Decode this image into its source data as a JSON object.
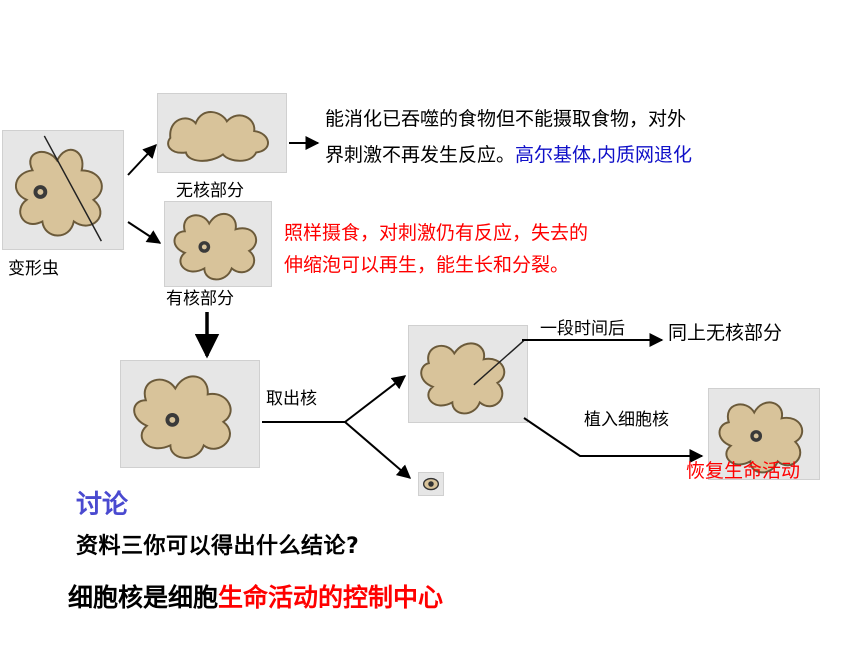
{
  "colors": {
    "blue": "#1010c8",
    "red": "#ff0000",
    "discussion": "#4a4ad0",
    "cell_fill": "#d8c39a",
    "cell_bg": "#e6e6e6"
  },
  "labels": {
    "amoeba": "变形虫",
    "no_nucleus": "无核部分",
    "with_nucleus": "有核部分",
    "remove_nucleus": "取出核",
    "after_time": "一段时间后",
    "same_as_above": "同上无核部分",
    "implant_nucleus": "植入细胞核",
    "restore_life": "恢复生命活动"
  },
  "text": {
    "no_nucleus_line1": "能消化已吞噬的食物但不能摄取食物，对外",
    "no_nucleus_line2_a": "界刺激不再发生反应。",
    "no_nucleus_line2_b": "高尔基体,内质网退化",
    "with_nucleus_line1": "照样摄食，对刺激仍有反应，失去的",
    "with_nucleus_line2": "伸缩泡可以再生，能生长和分裂。"
  },
  "discussion": {
    "title": "讨论",
    "question": "资料三你可以得出什么结论?",
    "conclusion_a": "细胞核是细胞",
    "conclusion_b": "生命活动的控制中心"
  }
}
